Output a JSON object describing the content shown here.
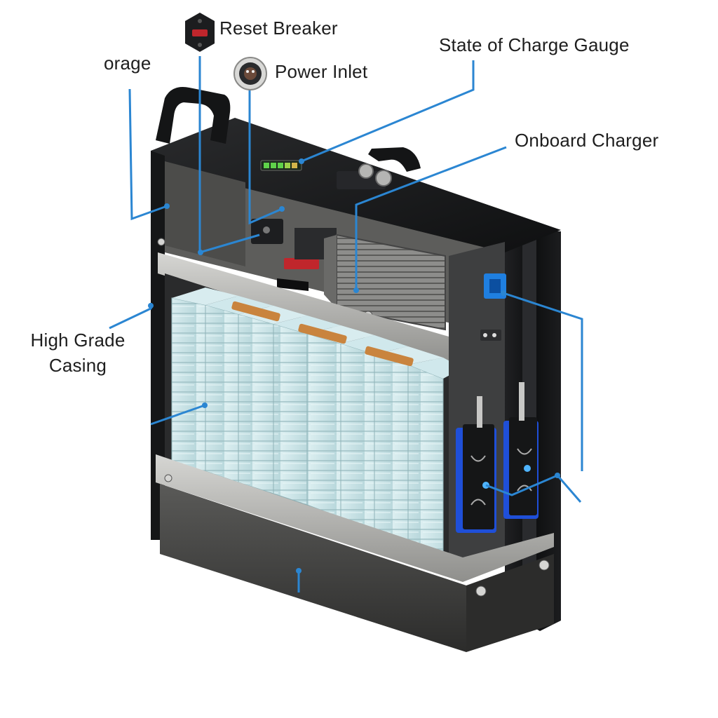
{
  "callouts": {
    "storage": "orage",
    "reset_breaker": "Reset Breaker",
    "power_inlet": "Power Inlet",
    "state_of_charge_gauge": "State of Charge Gauge",
    "onboard_charger": "Onboard Charger",
    "casing_line1": "High Grade",
    "casing_line2": "Casing"
  },
  "colors": {
    "leader": "#2b86d2",
    "casing": "#1b1c1e",
    "panel": "#4a4a48",
    "tray": "#b9b9b6",
    "cell": "#cfe7ea",
    "cell_edge": "#8fb3b8",
    "busbar": "#c9843e",
    "connector_blue": "#1f4fd8",
    "breaker_red": "#c0262c"
  },
  "icons": [
    "reset-breaker-icon",
    "power-inlet-icon"
  ]
}
